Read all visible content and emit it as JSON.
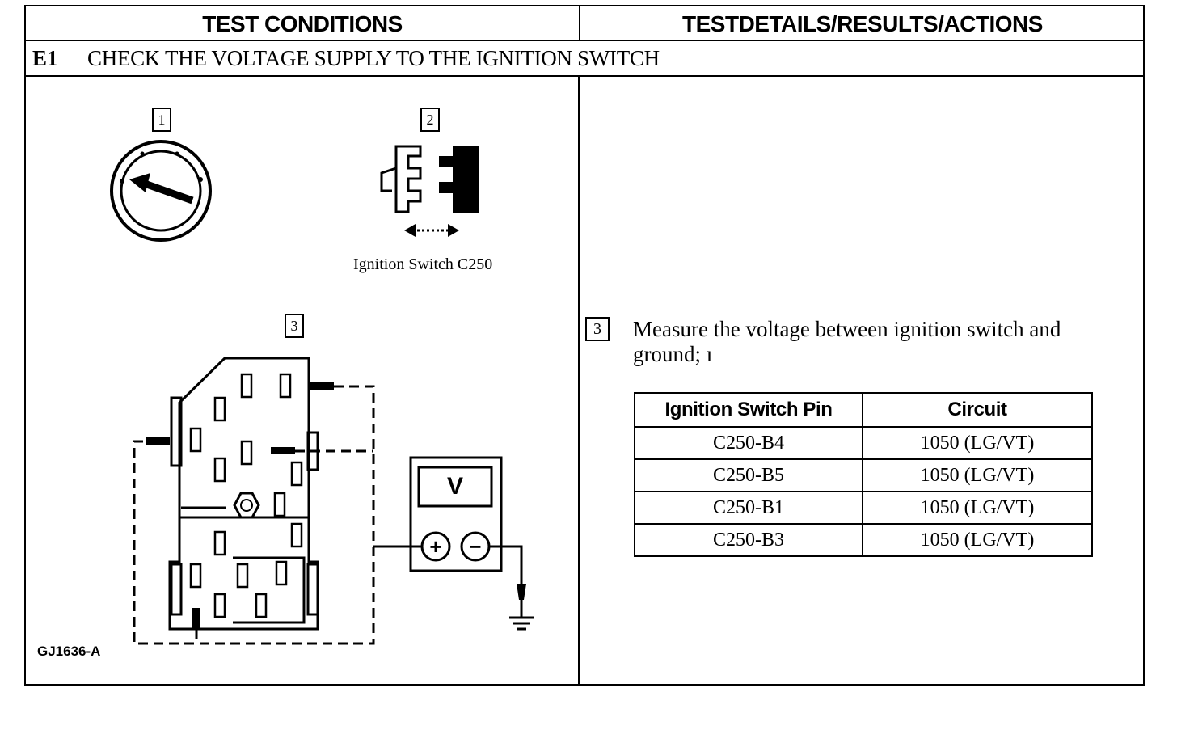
{
  "header": {
    "left": "TEST CONDITIONS",
    "right": "TESTDETAILS/RESULTS/ACTIONS"
  },
  "step": {
    "id": "E1",
    "title": "CHECK THE VOLTAGE SUPPLY TO THE IGNITION SWITCH"
  },
  "figure": {
    "labels": [
      "1",
      "2",
      "3"
    ],
    "caption": "Ignition Switch C250",
    "meter_label": "V",
    "plus": "+",
    "minus": "−",
    "figure_id": "GJ1636-A"
  },
  "instruction": {
    "callout": "3",
    "text": "Measure the voltage between ignition switch and ground; ı"
  },
  "table": {
    "headers": [
      "Ignition Switch Pin",
      "Circuit"
    ],
    "rows": [
      [
        "C250-B4",
        "1050 (LG/VT)"
      ],
      [
        "C250-B5",
        "1050 (LG/VT)"
      ],
      [
        "C250-B1",
        "1050 (LG/VT)"
      ],
      [
        "C250-B3",
        "1050 (LG/VT)"
      ]
    ]
  }
}
